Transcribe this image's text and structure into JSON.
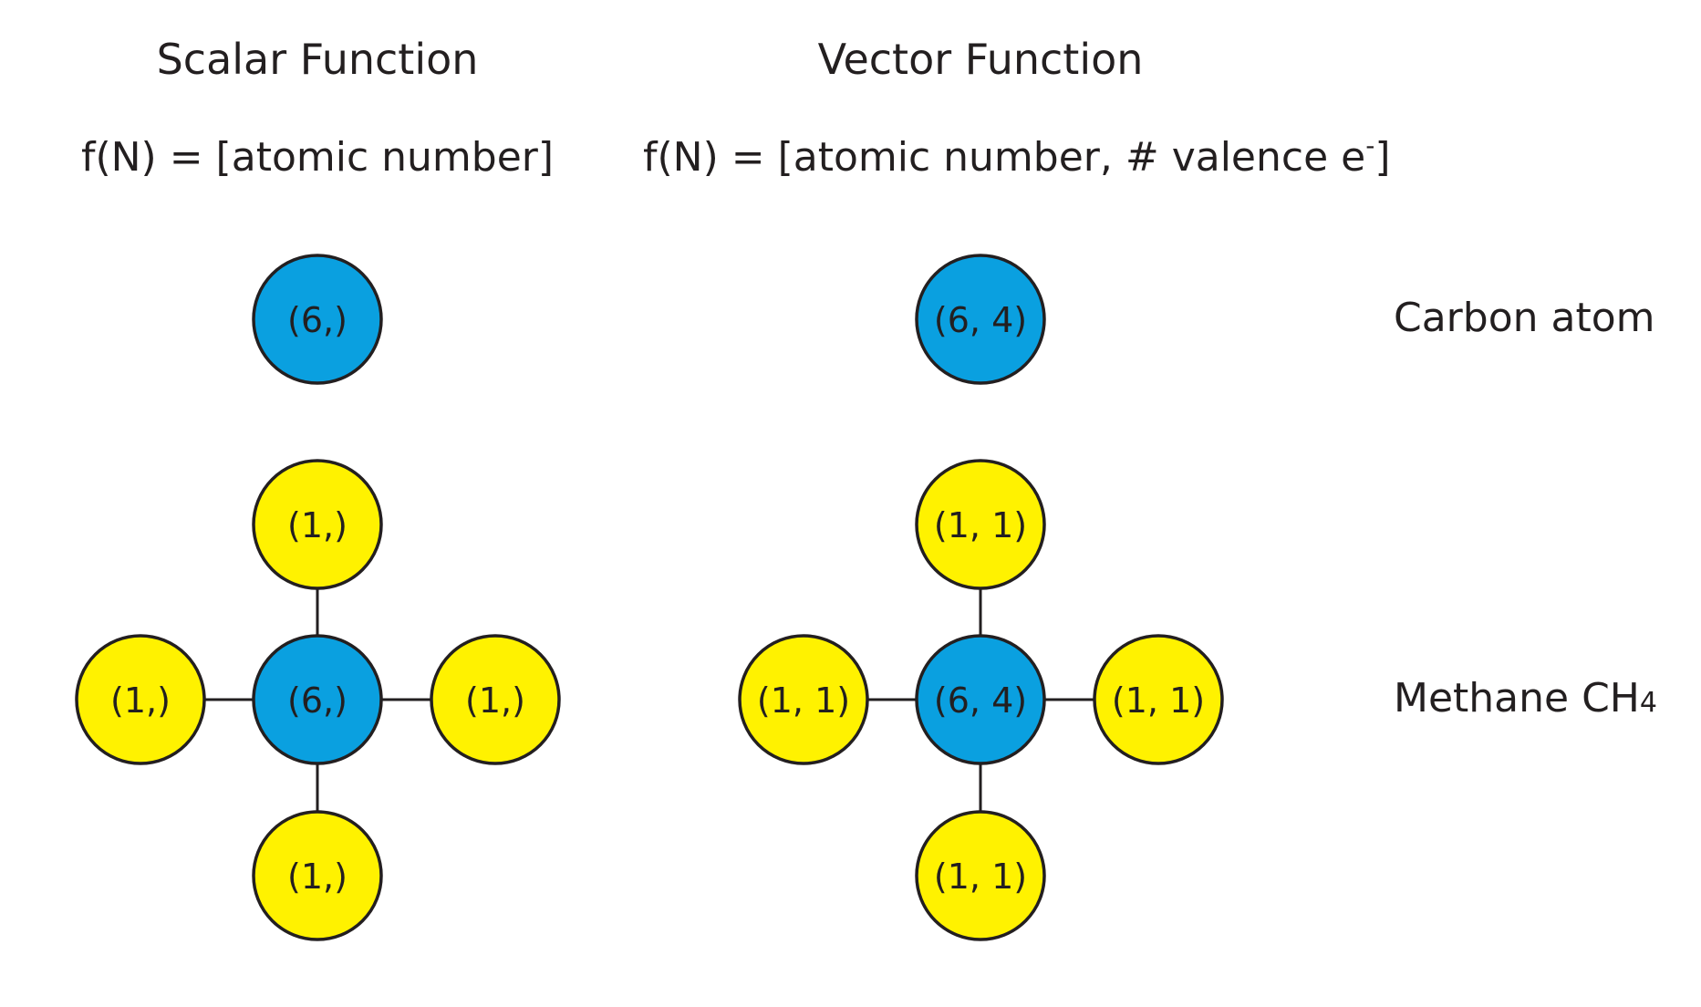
{
  "colors": {
    "carbon": "#0aa0e0",
    "hydrogen": "#fff200",
    "outline": "#231f20",
    "text": "#231f20"
  },
  "left_panel": {
    "title": "Scalar Function",
    "formula": "f(N) = [atomic number]",
    "carbon_atom": {
      "label": "(6,)",
      "element": "C"
    },
    "methane": {
      "center": {
        "label": "(6,)",
        "element": "C"
      },
      "top": {
        "label": "(1,)",
        "element": "H"
      },
      "left": {
        "label": "(1,)",
        "element": "H"
      },
      "right": {
        "label": "(1,)",
        "element": "H"
      },
      "bottom": {
        "label": "(1,)",
        "element": "H"
      }
    }
  },
  "right_panel": {
    "title": "Vector Function",
    "formula_main": "f(N) = [atomic number, # valence e",
    "formula_superscript": "-",
    "formula_close": "]",
    "carbon_atom": {
      "label": "(6, 4)",
      "element": "C"
    },
    "methane": {
      "center": {
        "label": "(6, 4)",
        "element": "C"
      },
      "top": {
        "label": "(1, 1)",
        "element": "H"
      },
      "left": {
        "label": "(1, 1)",
        "element": "H"
      },
      "right": {
        "label": "(1, 1)",
        "element": "H"
      },
      "bottom": {
        "label": "(1, 1)",
        "element": "H"
      }
    }
  },
  "row_labels": {
    "carbon": "Carbon atom",
    "methane_main": "Methane CH",
    "methane_subscript": "4"
  }
}
